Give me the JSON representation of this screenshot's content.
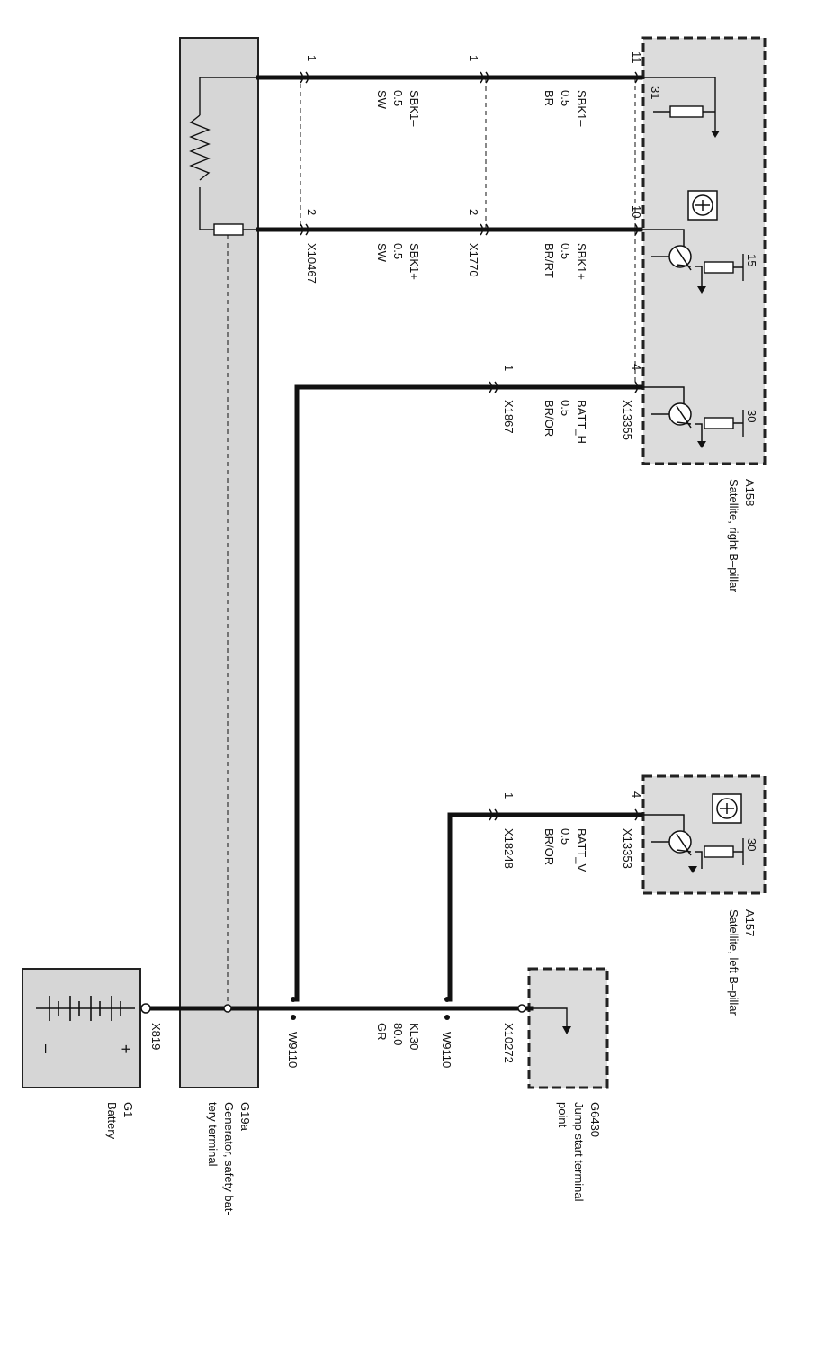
{
  "components": {
    "a158": {
      "id": "A158",
      "name": "Satellite, right B–pillar"
    },
    "a157": {
      "id": "A157",
      "name": "Satellite, left B–pillar"
    },
    "g6430": {
      "id": "G6430",
      "name_line1": "Jump start terminal",
      "name_line2": "point"
    },
    "g19a": {
      "id": "G19a",
      "name_line1": "Generator, safety bat-",
      "name_line2": "tery terminal"
    },
    "g1": {
      "id": "G1",
      "name": "Battery",
      "plus": "+",
      "minus": "–"
    }
  },
  "connectors": {
    "x13355": "X13355",
    "x13353": "X13353",
    "x1770": "X1770",
    "x10467": "X10467",
    "x1867": "X1867",
    "x18248": "X18248",
    "x10272": "X10272",
    "x819": "X819",
    "w9110_a": "W9110",
    "w9110_b": "W9110"
  },
  "pins": {
    "a158_11": "11",
    "a158_10": "10",
    "a158_4": "4",
    "a158_31": "31",
    "a158_15": "15",
    "a158_30": "30",
    "a157_4": "4",
    "a157_30": "30",
    "x1770_1": "1",
    "x1770_2": "2",
    "x10467_1": "1",
    "x10467_2": "2",
    "x1867_1": "1",
    "x18248_1": "1"
  },
  "wires": {
    "sbk1_minus_br": {
      "signal": "SBK1–",
      "size": "0.5",
      "color": "BR"
    },
    "sbk1_plus_brrt": {
      "signal": "SBK1+",
      "size": "0.5",
      "color": "BR/RT"
    },
    "sbk1_minus_sw": {
      "signal": "SBK1–",
      "size": "0.5",
      "color": "SW"
    },
    "sbk1_plus_sw": {
      "signal": "SBK1+",
      "size": "0.5",
      "color": "SW"
    },
    "batt_h": {
      "signal": "BATT_H",
      "size": "0.5",
      "color": "BR/OR"
    },
    "batt_v": {
      "signal": "BATT_V",
      "size": "0.5",
      "color": "BR/OR"
    },
    "kl30": {
      "signal": "KL30",
      "size": "80.0",
      "color": "GR"
    }
  },
  "colors": {
    "module_fill": "#dcdcdc",
    "wire": "#111111"
  }
}
